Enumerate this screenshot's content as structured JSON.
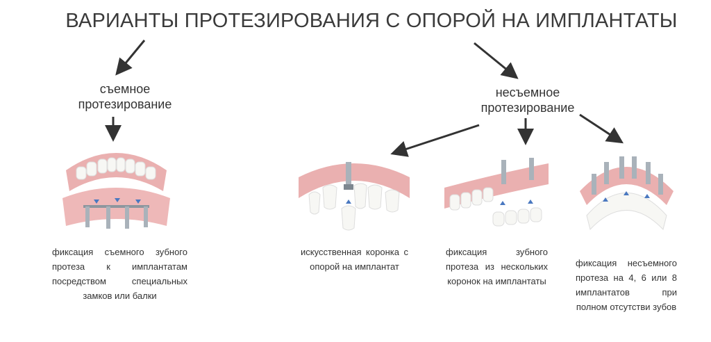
{
  "title": "ВАРИАНТЫ ПРОТЕЗИРОВАНИЯ С ОПОРОЙ НА ИМПЛАНТАТЫ",
  "removable": {
    "label_line1": "съемное",
    "label_line2": "протезирование",
    "caption": "фиксация съемного зубного протеза к имплантатам посредством специальных замков или балки"
  },
  "fixed": {
    "label_line1": "несъемное",
    "label_line2": "протезирование",
    "options": [
      {
        "caption": "искусственная коронка с опорой на имплантат"
      },
      {
        "caption": "фиксация зубного протеза из нескольких коронок на имплантаты"
      },
      {
        "caption": "фиксация несъемного протеза на 4, 6 или 8 имплантатов при полном отсутстви зубов"
      }
    ]
  },
  "colors": {
    "gum": "#e9a8a8",
    "tooth": "#f7f7f4",
    "implant": "#9aa4ad",
    "arrow": "#333333"
  }
}
